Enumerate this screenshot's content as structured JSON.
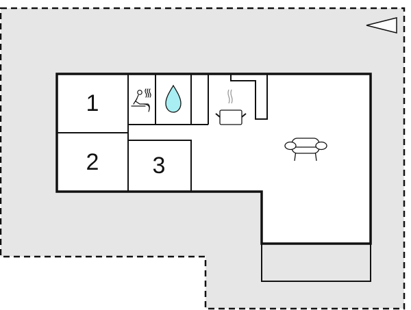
{
  "plan": {
    "colors": {
      "lot_fill": "#e6e6e6",
      "house_fill": "#ffffff",
      "wall": "#111111",
      "water_drop": "#a8eef2",
      "steam": "#999999"
    },
    "rooms": [
      {
        "id": "room-1",
        "label": "1",
        "type": "bedroom"
      },
      {
        "id": "room-2",
        "label": "2",
        "type": "bedroom"
      },
      {
        "id": "room-3",
        "label": "3",
        "type": "bedroom"
      },
      {
        "id": "sauna",
        "label": "",
        "icon": "sauna-icon"
      },
      {
        "id": "bathroom",
        "label": "",
        "icon": "water-drop-icon"
      },
      {
        "id": "closet",
        "label": ""
      },
      {
        "id": "kitchen",
        "label": "",
        "icon": "cooking-pot-icon"
      },
      {
        "id": "living-room",
        "label": "",
        "icon": "armchair-icon"
      },
      {
        "id": "terrace",
        "label": ""
      }
    ],
    "compass": {
      "icon": "north-arrow-icon",
      "direction": "left"
    }
  }
}
